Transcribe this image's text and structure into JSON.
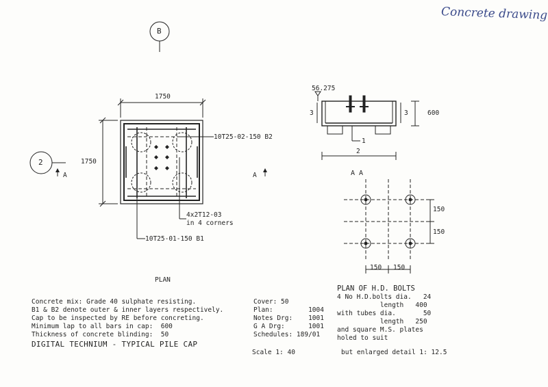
{
  "handwritten_note": "Concrete drawing",
  "grid_refs": {
    "b": "B",
    "two": "2"
  },
  "plan": {
    "width_dim": "1750",
    "height_dim": "1750",
    "label_b2": "10T25-02-150 B2",
    "label_corners_1": "4x2T12-03",
    "label_corners_2": "in 4 corners",
    "label_b1": "10T25-01-150 B1",
    "section_marker": "A",
    "caption": "PLAN"
  },
  "section": {
    "level": "56.275",
    "dim_left": "3",
    "dim_right": "3",
    "depth": "600",
    "bar_mark_1": "1",
    "bar_mark_2": "2",
    "title": "A A"
  },
  "bolt_plan": {
    "dim_150_a": "150",
    "dim_150_b": "150",
    "dim_150_c": "150",
    "dim_150_d": "150",
    "title": "PLAN OF H.D. BOLTS",
    "line1": "4 No H.D.bolts dia.   24",
    "line2": "           length   400",
    "line3": "with tubes dia.       50",
    "line4": "           length   250",
    "line5": "and square M.S. plates",
    "line6": "holed to suit"
  },
  "notes": {
    "line1": "Concrete mix: Grade 40 sulphate resisting.",
    "line2": "B1 & B2 denote outer & inner layers respectively.",
    "line3": "Cap to be inspected by RE before concreting.",
    "line4": "Minimum lap to all bars in cap:  600",
    "line5": "Thickness of concrete blinding:  50"
  },
  "drawing_title": "DIGITAL TECHNIUM - TYPICAL PILE CAP",
  "schedule": {
    "cover": "Cover: 50",
    "plan": "Plan:         1004",
    "notes_drg": "Notes Drg:    1001",
    "ga_drg": "G A Drg:      1001",
    "schedules": "Schedules: 189/01"
  },
  "scale": "Scale 1: 40",
  "enlarged": "but enlarged detail 1: 12.5"
}
